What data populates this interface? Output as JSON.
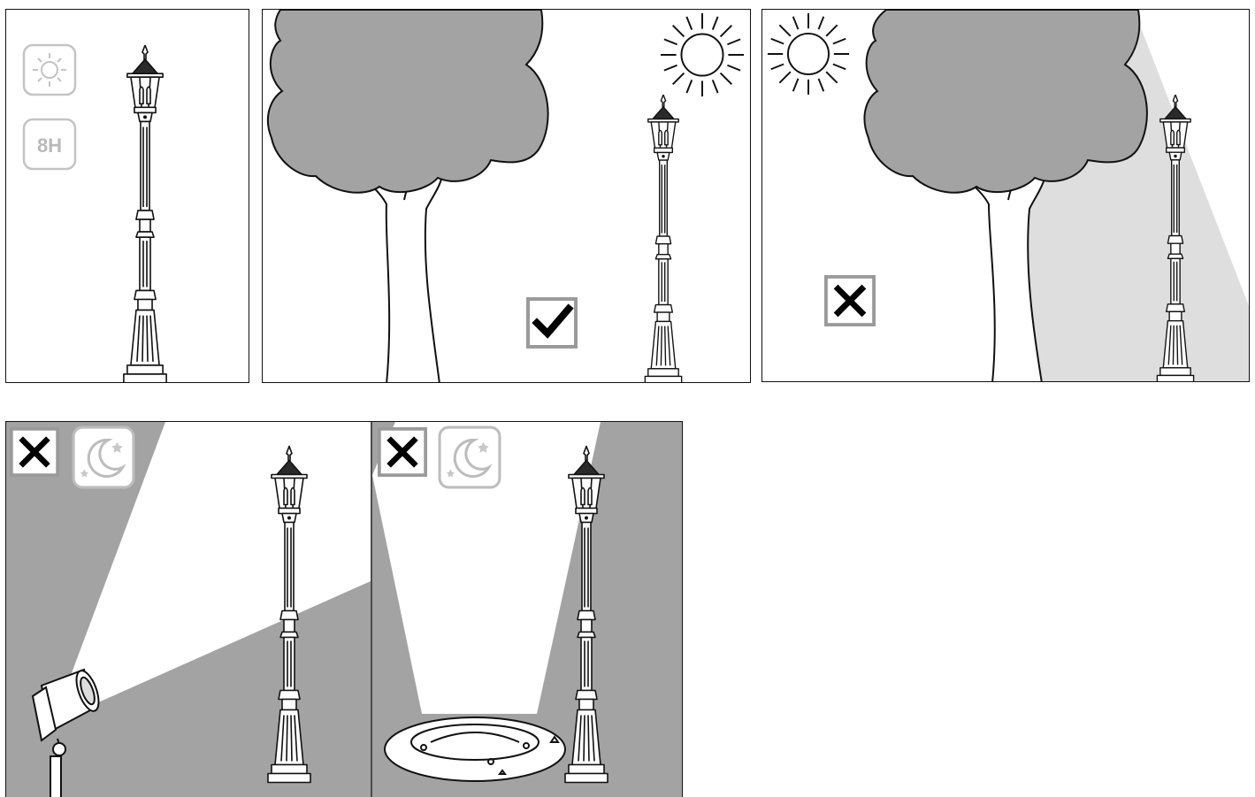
{
  "figure": {
    "panels": [
      {
        "id": "p1",
        "meaning": "full-sun-hours",
        "icons": [
          "sun-icon",
          "hours-badge"
        ]
      },
      {
        "id": "p2",
        "status": "correct",
        "icons": [
          "sun-icon",
          "check-icon"
        ]
      },
      {
        "id": "p3",
        "status": "wrong",
        "icons": [
          "sun-icon",
          "x-icon"
        ]
      },
      {
        "id": "p4",
        "status": "wrong",
        "icons": [
          "x-icon",
          "moon-icon",
          "spotlight-icon"
        ]
      },
      {
        "id": "p5",
        "status": "wrong",
        "icons": [
          "x-icon",
          "moon-icon",
          "ground-light-icon"
        ]
      }
    ],
    "hours_badge": "8H",
    "colors": {
      "shade_dark": "#a3a3a3",
      "shade_light": "#dedede",
      "tree": "#a3a3a3",
      "icon_gray": "#b9b9b9",
      "ink": "#111111"
    }
  }
}
